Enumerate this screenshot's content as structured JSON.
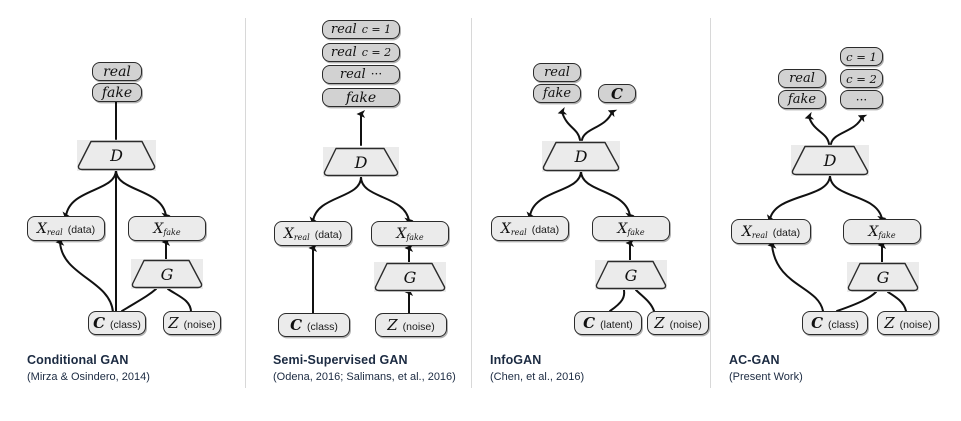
{
  "figure": {
    "title": "GAN variants architecture comparison",
    "background": "#ffffff",
    "node_fill_dark": "#d2d2d2",
    "node_fill_light": "#ebebeb",
    "stroke": "#2b2b2b",
    "caption_color": "#1c2b42",
    "divider_color": "#d8d8d8"
  },
  "panels": [
    {
      "id": "conditional-gan",
      "caption_title": "Conditional GAN",
      "caption_ref": "(Mirza & Osindero, 2014)",
      "outputs": [
        {
          "id": "real",
          "math": "real"
        },
        {
          "id": "fake",
          "math": "fake"
        }
      ],
      "discriminator": "D",
      "generator": "G",
      "inputs_mid": [
        {
          "id": "x-real",
          "sym": "X",
          "sub": "real",
          "note": "(data)"
        },
        {
          "id": "x-fake",
          "sym": "X",
          "sub": "fake",
          "note": ""
        }
      ],
      "inputs_bottom": [
        {
          "id": "c",
          "sym": "C",
          "note": "(class)"
        },
        {
          "id": "z",
          "sym": "Z",
          "note": "(noise)"
        }
      ]
    },
    {
      "id": "semi-supervised-gan",
      "caption_title": "Semi-Supervised GAN",
      "caption_ref": "(Odena, 2016;  Salimans, et al., 2016)",
      "outputs": [
        {
          "id": "real-c1",
          "math": "real",
          "extra": "c = 1"
        },
        {
          "id": "real-c2",
          "math": "real",
          "extra": "c = 2"
        },
        {
          "id": "real-dots",
          "math": "real",
          "extra": "···"
        },
        {
          "id": "fake",
          "math": "fake",
          "extra": ""
        }
      ],
      "discriminator": "D",
      "generator": "G",
      "inputs_mid": [
        {
          "id": "x-real",
          "sym": "X",
          "sub": "real",
          "note": "(data)"
        },
        {
          "id": "x-fake",
          "sym": "X",
          "sub": "fake",
          "note": ""
        }
      ],
      "inputs_bottom": [
        {
          "id": "c",
          "sym": "C",
          "note": "(class)"
        },
        {
          "id": "z",
          "sym": "Z",
          "note": "(noise)"
        }
      ]
    },
    {
      "id": "infogan",
      "caption_title": "InfoGAN",
      "caption_ref": "(Chen, et al., 2016)",
      "outputs": [
        {
          "id": "real",
          "math": "real"
        },
        {
          "id": "fake",
          "math": "fake"
        },
        {
          "id": "c-out",
          "math": "C"
        }
      ],
      "discriminator": "D",
      "generator": "G",
      "inputs_mid": [
        {
          "id": "x-real",
          "sym": "X",
          "sub": "real",
          "note": "(data)"
        },
        {
          "id": "x-fake",
          "sym": "X",
          "sub": "fake",
          "note": ""
        }
      ],
      "inputs_bottom": [
        {
          "id": "c",
          "sym": "C",
          "note": "(latent)"
        },
        {
          "id": "z",
          "sym": "Z",
          "note": "(noise)"
        }
      ]
    },
    {
      "id": "ac-gan",
      "caption_title": "AC-GAN",
      "caption_ref": "(Present Work)",
      "outputs": [
        {
          "id": "real",
          "math": "real"
        },
        {
          "id": "fake",
          "math": "fake"
        },
        {
          "id": "c1",
          "math": "c = 1"
        },
        {
          "id": "c2",
          "math": "c = 2"
        },
        {
          "id": "cdots",
          "math": "···"
        }
      ],
      "discriminator": "D",
      "generator": "G",
      "inputs_mid": [
        {
          "id": "x-real",
          "sym": "X",
          "sub": "real",
          "note": "(data)"
        },
        {
          "id": "x-fake",
          "sym": "X",
          "sub": "fake",
          "note": ""
        }
      ],
      "inputs_bottom": [
        {
          "id": "c",
          "sym": "C",
          "note": "(class)"
        },
        {
          "id": "z",
          "sym": "Z",
          "note": "(noise)"
        }
      ]
    }
  ]
}
